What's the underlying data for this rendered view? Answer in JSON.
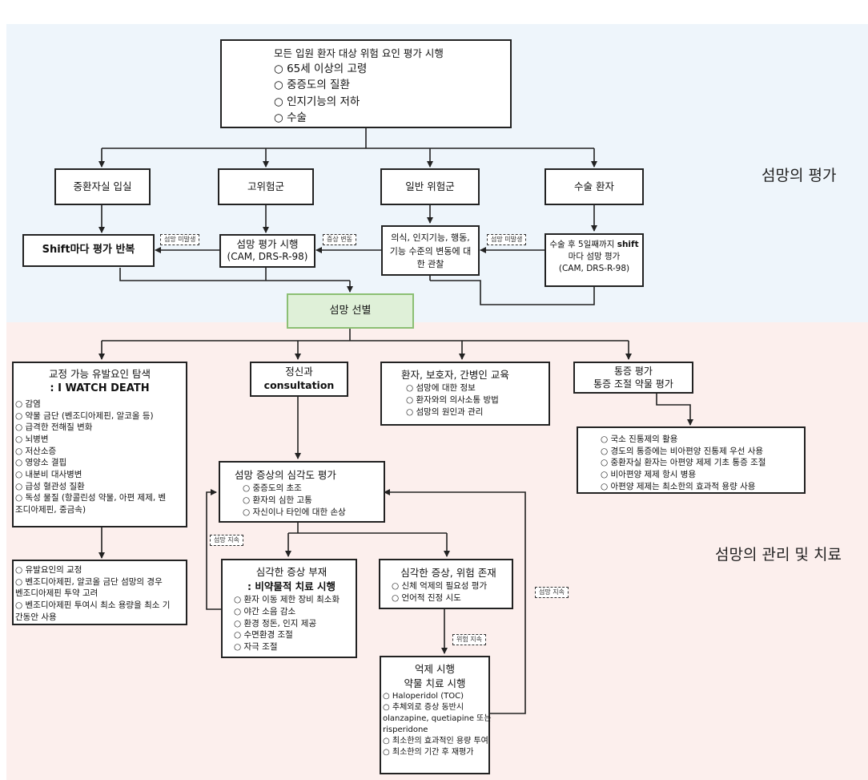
{
  "labels": {
    "assessment_section": "섬망의 평가",
    "management_section": "섬망의 관리 및 치료"
  },
  "risk_assessment": {
    "title": "모든 입원 환자 대상 위험 요인 평가 시행",
    "items": [
      "○ 65세 이상의 고령",
      "○ 중증도의 질환",
      "○ 인지기능의 저하",
      "○ 수술"
    ]
  },
  "categories": {
    "icu": "중환자실 입실",
    "high_risk": "고위험군",
    "general_risk": "일반 위험군",
    "surgical": "수술 환자"
  },
  "shift_repeat": {
    "label_bold": "Shift",
    "label_rest": "마다 평가 반복"
  },
  "delirium_assessment": {
    "line1": "섬망 평가 시행",
    "line2": "(CAM, DRS-R-98)"
  },
  "monitoring": {
    "text": "의식, 인지기능, 행동, 기능 수준의 변동에 대한 관찰"
  },
  "postop": {
    "part1": "수술 후 5일째까지 ",
    "part1_bold": "shift",
    "part2": "마다 섬망 평가",
    "part3": "(CAM, DRS-R-98)"
  },
  "dashed_tags": {
    "no_delirium_1": "섬망 미발생",
    "symptom_change": "증상 변동",
    "no_delirium_2": "섬망 미발생",
    "delirium_persist_1": "섬망 지속",
    "delirium_persist_2": "섬망 지속",
    "risk_persist": "위험 지속"
  },
  "screening": {
    "label": "섬망 선별"
  },
  "precipitating": {
    "title": "교정 가능 유발요인 탐색",
    "subtitle": ": I WATCH DEATH",
    "items": [
      "○ 감염",
      "○ 약물 금단 (벤조디아제핀, 알코올 등)",
      "○ 급격한 전해질 변화",
      "○ 뇌병변",
      "○ 저산소증",
      "○ 영양소 결핍",
      "○ 내분비 대사병변",
      "○ 급성 혈관성 질환",
      "○ 독성 물질 (항콜린성 약물, 아편 제제, 벤",
      "조디아제핀, 중금속)"
    ]
  },
  "correction": {
    "items": [
      "○ 유발요인의 교정",
      "○ 벤조디아제핀, 알코올 금단 섬망의 경우",
      "벤조디아제핀 투약 고려",
      "○ 벤조디아제핀 투여시 최소 용량을 최소 기",
      "간동안 사용"
    ]
  },
  "psych": {
    "line1": "정신과",
    "line2": "consultation"
  },
  "education": {
    "title": "환자, 보호자, 간병인 교육",
    "items": [
      "○ 섬망에 대한 정보",
      "○ 환자와의 의사소통 방법",
      "○ 섬망의 원인과 관리"
    ]
  },
  "pain_eval": {
    "line1": "통증 평가",
    "line2": "통증 조절 약물 평가"
  },
  "pain_mgmt": {
    "items": [
      "○ 국소 진통제의 활용",
      "○ 경도의 통증에는 비아편양 진통제 우선 사용",
      "○ 중환자실 환자는 아편양 제제 기초 통증 조절",
      "○ 비아편양 제제 항시 병용",
      "○ 아편양 제제는 최소한의 효과적 용량 사용"
    ]
  },
  "severity": {
    "title": "섬망 증상의 심각도 평가",
    "items": [
      "○ 중증도의 초조",
      "○ 환자의 심한 고통",
      "○ 자신이나 타인에 대한 손상"
    ]
  },
  "nonpharm": {
    "title": "심각한 증상 부재",
    "subtitle": ": 비약물적 치료 시행",
    "items": [
      "○ 환자 이동 제한 장비 최소화",
      "○  야간 소음 감소",
      "○ 환경 정돈, 인지 제공",
      "○ 수면환경 조절",
      "○ 자극 조절"
    ]
  },
  "severe": {
    "title": "심각한 증상, 위험 존재",
    "items": [
      "○ 신체 억제의 필요성 평가",
      "○ 언어적 진정 시도"
    ]
  },
  "restraint": {
    "title1": "억제 시행",
    "title2": "약물 치료 시행",
    "items": [
      "○  Haloperidol (TOC)",
      "○  추체외로 증상 동반시",
      "olanzapine, quetiapine 또는",
      "risperidone",
      "○ 최소한의 효과적인 용량 투여",
      "○ 최소한의 기간 후 재평가"
    ]
  },
  "colors": {
    "top_band": "#eef5fb",
    "bottom_band": "#fcefed",
    "screen_fill": "#dff0d8",
    "screen_border": "#8cbf74"
  }
}
